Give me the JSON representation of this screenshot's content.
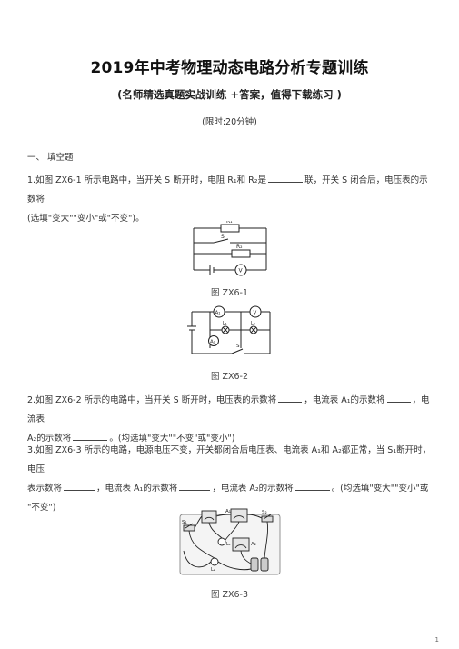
{
  "doc": {
    "title": "2019年中考物理动态电路分析专题训练",
    "subtitle": "(名师精选真题实战训练 +答案，值得下载练习 )",
    "time_limit": "(限时:20分钟)",
    "section_heading": "一、 填空题",
    "page_number": "1"
  },
  "questions": {
    "q1": {
      "part1": "1.如图 ZX6-1 所示电路中，当开关 S 断开时，电阻 R₁和 R₂是",
      "part2": "联，开关 S 闭合后，电压表的示数将",
      "part3": "(选填\"变大\"\"变小\"或\"不变\")。"
    },
    "q2": {
      "part1": "2.如图 ZX6-2 所示的电路中，当开关 S 断开时，电压表的示数将",
      "part2": "，电流表 A₁的示数将",
      "part3": "，电流表",
      "part4": "A₂的示数将",
      "part5": "。(均选填\"变大\"\"不变\"或\"变小\")"
    },
    "q3": {
      "part1": "3.如图 ZX6-3 所示的电路，电源电压不变，开关都闭合后电压表、电流表 A₁和 A₂都正常，当 S₁断开时，电压",
      "part2": "表示数将",
      "part3": "，电流表 A₁的示数将",
      "part4": "，电流表 A₂的示数将",
      "part5": "。(均选填\"变大\"\"变小\"或",
      "part6": "\"不变\")"
    }
  },
  "figures": {
    "fig1": {
      "caption": "图 ZX6-1",
      "labels": {
        "r1": "R₁",
        "r2": "R₂",
        "switch": "S",
        "meter": "V"
      }
    },
    "fig2": {
      "caption": "图 ZX6-2",
      "labels": {
        "a1": "A₁",
        "a2": "A₂",
        "l1": "L₁",
        "l2": "L₂",
        "meter": "V",
        "switch": "S"
      }
    },
    "fig3": {
      "caption": "图 ZX6-3",
      "labels": {
        "s1": "S₁",
        "s2": "S₂",
        "a1": "A₁",
        "a2": "A₂",
        "l1": "L₁",
        "l2": "L₂"
      }
    }
  }
}
